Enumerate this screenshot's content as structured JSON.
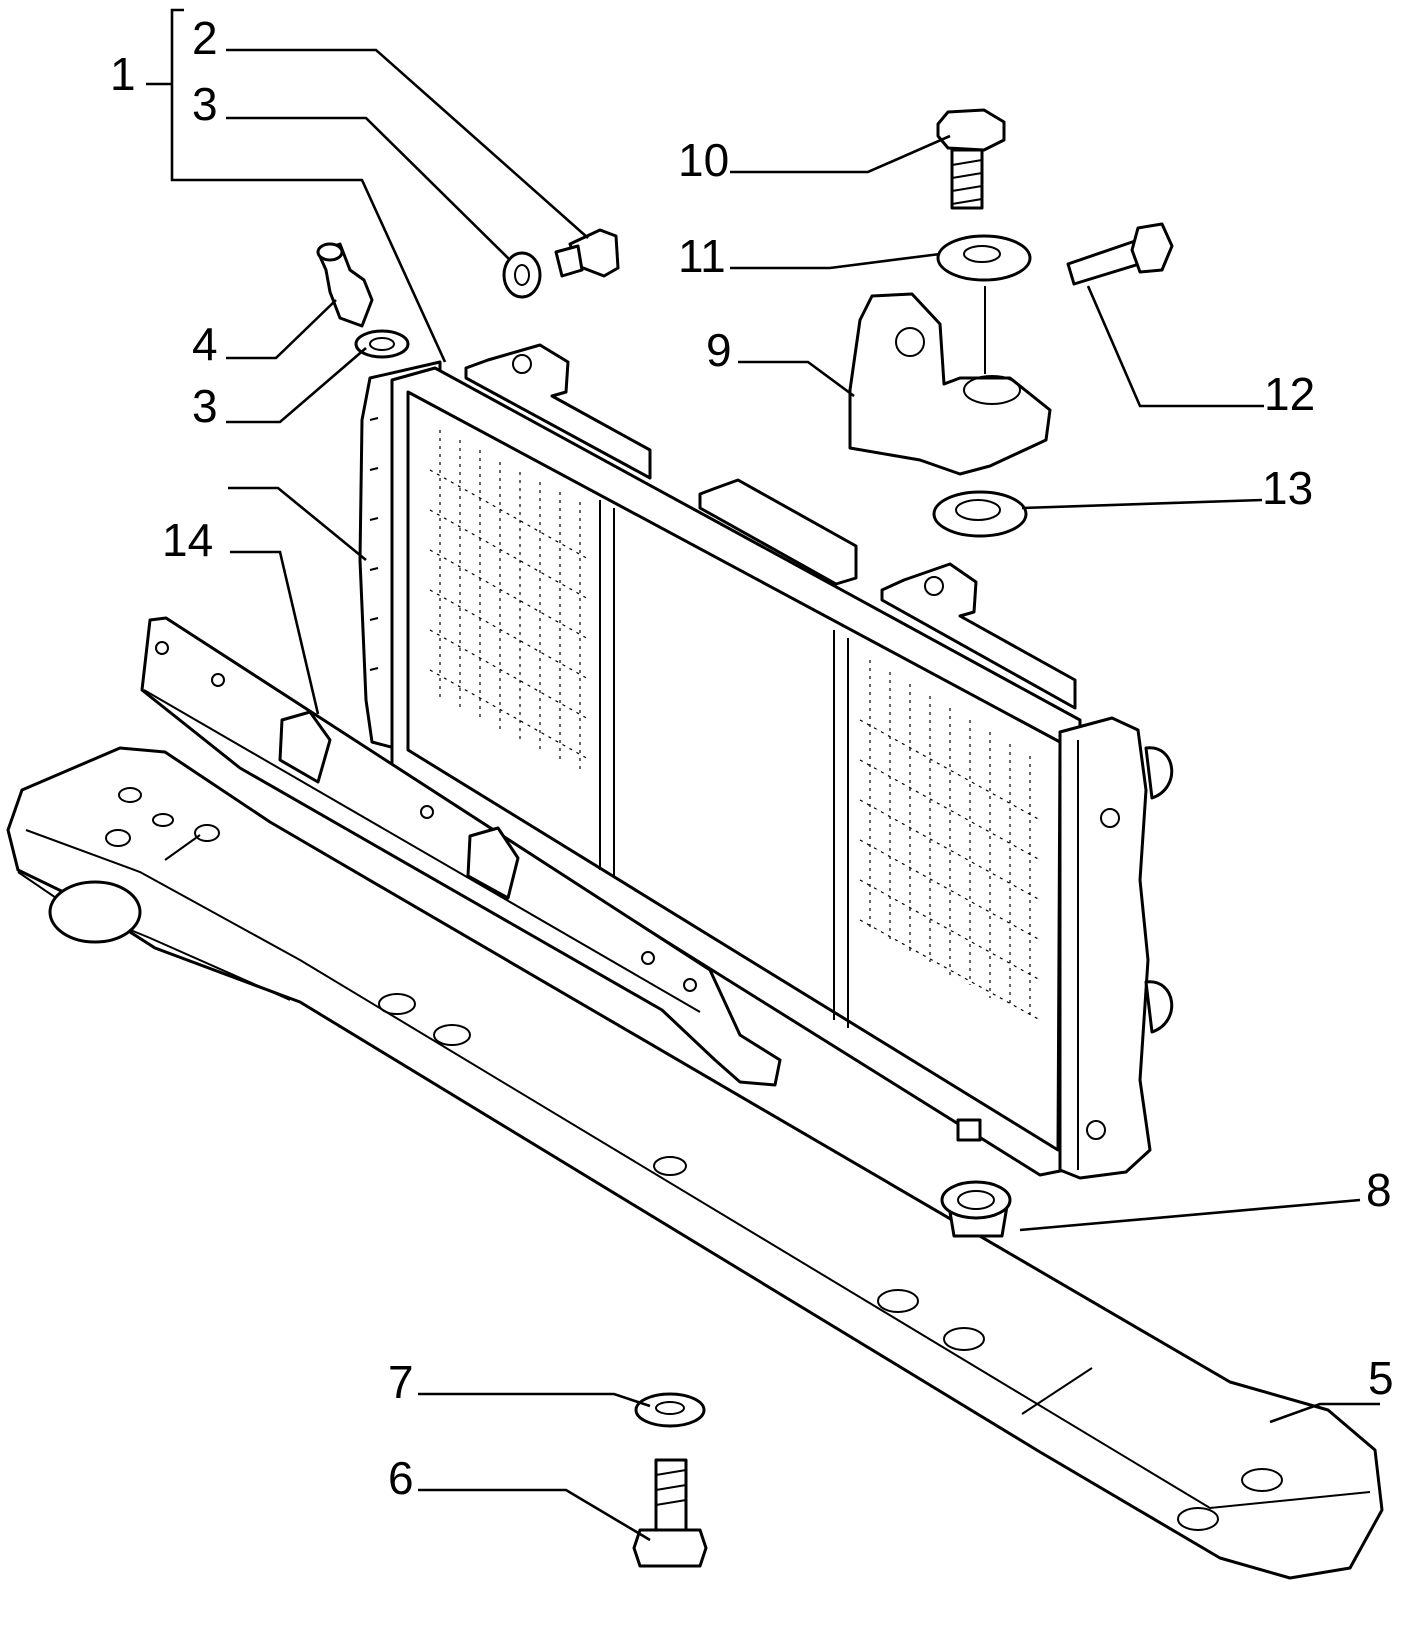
{
  "callouts": [
    {
      "id": "c1",
      "label": "1"
    },
    {
      "id": "c2",
      "label": "2"
    },
    {
      "id": "c3a",
      "label": "3"
    },
    {
      "id": "c3b",
      "label": "3"
    },
    {
      "id": "c4",
      "label": "4"
    },
    {
      "id": "c5",
      "label": "5"
    },
    {
      "id": "c6",
      "label": "6"
    },
    {
      "id": "c7",
      "label": "7"
    },
    {
      "id": "c8",
      "label": "8"
    },
    {
      "id": "c9",
      "label": "9"
    },
    {
      "id": "c10",
      "label": "10"
    },
    {
      "id": "c11",
      "label": "11"
    },
    {
      "id": "c12",
      "label": "12"
    },
    {
      "id": "c13",
      "label": "13"
    },
    {
      "id": "c14",
      "label": "14"
    }
  ],
  "colors": {
    "line": "#000000",
    "background": "#ffffff"
  }
}
